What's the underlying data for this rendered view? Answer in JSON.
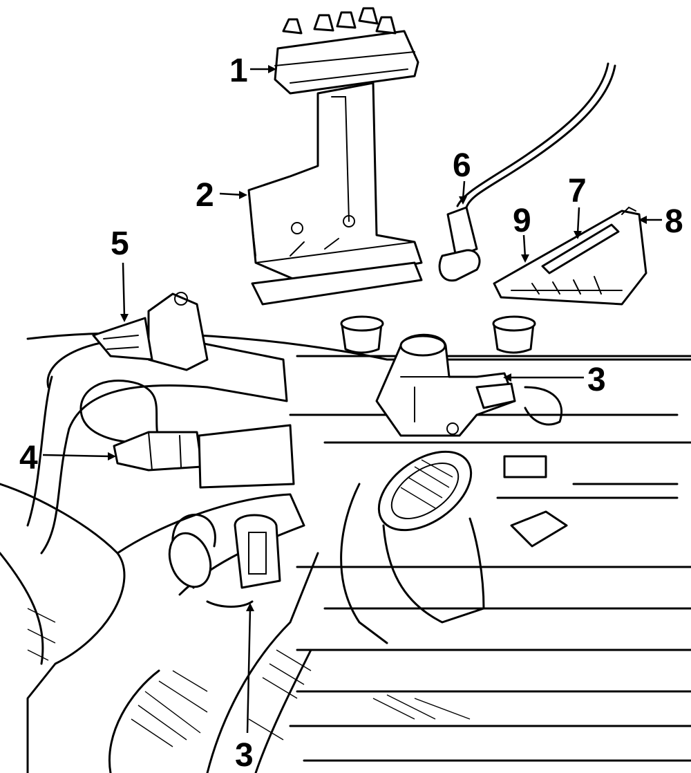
{
  "diagram": {
    "callouts": [
      {
        "id": "c1",
        "label": "1"
      },
      {
        "id": "c2",
        "label": "2"
      },
      {
        "id": "c3a",
        "label": "3"
      },
      {
        "id": "c3b",
        "label": "3"
      },
      {
        "id": "c4",
        "label": "4"
      },
      {
        "id": "c5",
        "label": "5"
      },
      {
        "id": "c6",
        "label": "6"
      },
      {
        "id": "c7",
        "label": "7"
      },
      {
        "id": "c8",
        "label": "8"
      },
      {
        "id": "c9",
        "label": "9"
      }
    ]
  }
}
